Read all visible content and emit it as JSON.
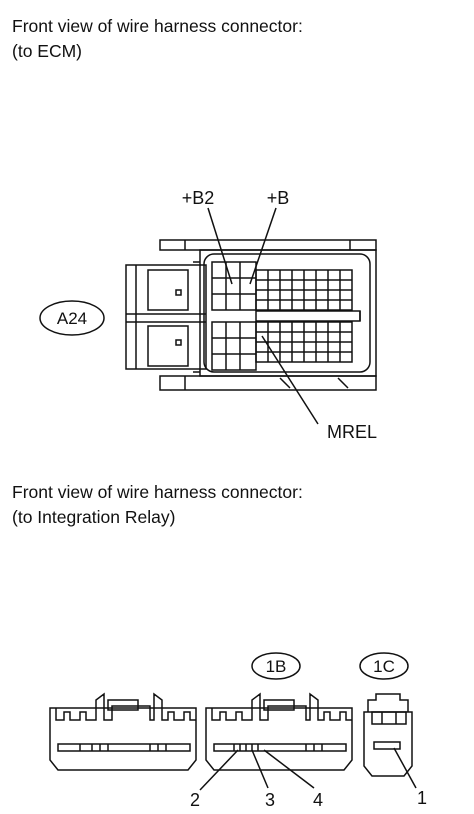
{
  "sections": [
    {
      "caption_line1": "Front view of wire harness connector:",
      "caption_line2": "(to ECM)",
      "connector_tag": "A24",
      "pin_labels": {
        "b2": "+B2",
        "b": "+B",
        "mrel": "MREL"
      }
    },
    {
      "caption_line1": "Front view of wire harness connector:",
      "caption_line2": "(to Integration Relay)",
      "connector_tags": {
        "c1b": "1B",
        "c1c": "1C"
      },
      "pin_labels": {
        "p1": "1",
        "p2": "2",
        "p3": "3",
        "p4": "4"
      }
    }
  ]
}
